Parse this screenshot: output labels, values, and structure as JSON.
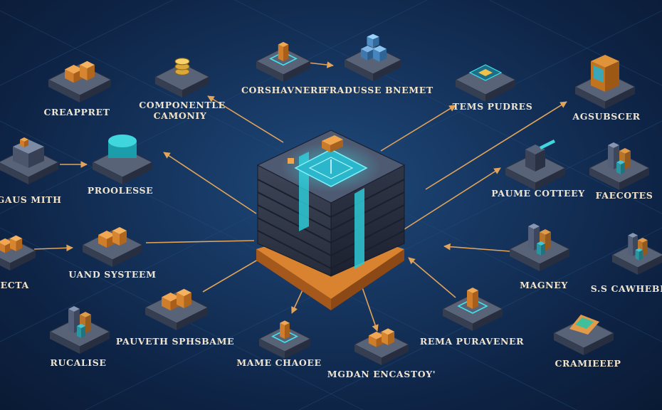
{
  "colors": {
    "background": "#102a4e",
    "arrow": "#e2a35a",
    "cyan_accent": "#2ec9d6",
    "orange_accent": "#e08a3a",
    "label_text": "#f1e4cc"
  },
  "diagram": {
    "center_icon": "server-rack-cube",
    "nodes": [
      {
        "id": "creapprt",
        "label": "CREAPPRET",
        "icon": "orange-blocks"
      },
      {
        "id": "componentle",
        "label_line1": "COMPONENTLE",
        "label_line2": "CAMONIY",
        "icon": "gold-coin-stack"
      },
      {
        "id": "corshavnere",
        "label": "CORSHAVNERE",
        "icon": "worker-figure"
      },
      {
        "id": "fradusse",
        "label": "FRADUSSE BNEMET",
        "icon": "blue-cubes"
      },
      {
        "id": "tems-pudres",
        "label": "TEMS PUDRES",
        "icon": "circuit-chip"
      },
      {
        "id": "agsubscer",
        "label": "AGSUBSCER",
        "icon": "monitor-screen"
      },
      {
        "id": "egaus-mith",
        "label": "EGAUS MITH",
        "icon": "server-machine"
      },
      {
        "id": "proolesse",
        "label": "PROOLESSE",
        "icon": "teal-cylinder"
      },
      {
        "id": "paume-cotteey",
        "label": "PAUME COTTEEY",
        "icon": "robot-arm"
      },
      {
        "id": "faecotes",
        "label": "FAECOTES",
        "icon": "factory-tank"
      },
      {
        "id": "lecta",
        "label": "LECTA",
        "icon": "orange-parts"
      },
      {
        "id": "uand-system",
        "label": "UAND SYSTEEM",
        "icon": "orange-crates"
      },
      {
        "id": "magney",
        "label": "MAGNEY",
        "icon": "office-building"
      },
      {
        "id": "s-s-cawheber",
        "label": "S.S CAWHEBER",
        "icon": "refinery-towers"
      },
      {
        "id": "rucalise",
        "label": "RUCALISE",
        "icon": "city-buildings"
      },
      {
        "id": "pauveth",
        "label": "PAUVETH SPHSBAME",
        "icon": "container-boxes"
      },
      {
        "id": "mame-chaoee",
        "label": "MAME CHAOEE",
        "icon": "hologram-figure"
      },
      {
        "id": "mgdan",
        "label": "MGDAN ENCASTOY'",
        "icon": "orange-package"
      },
      {
        "id": "rema-puravener",
        "label": "REMA PURAVENER",
        "icon": "glowing-machine"
      },
      {
        "id": "cramieeep",
        "label": "CRAMIEEEP",
        "icon": "green-leaf"
      }
    ]
  }
}
